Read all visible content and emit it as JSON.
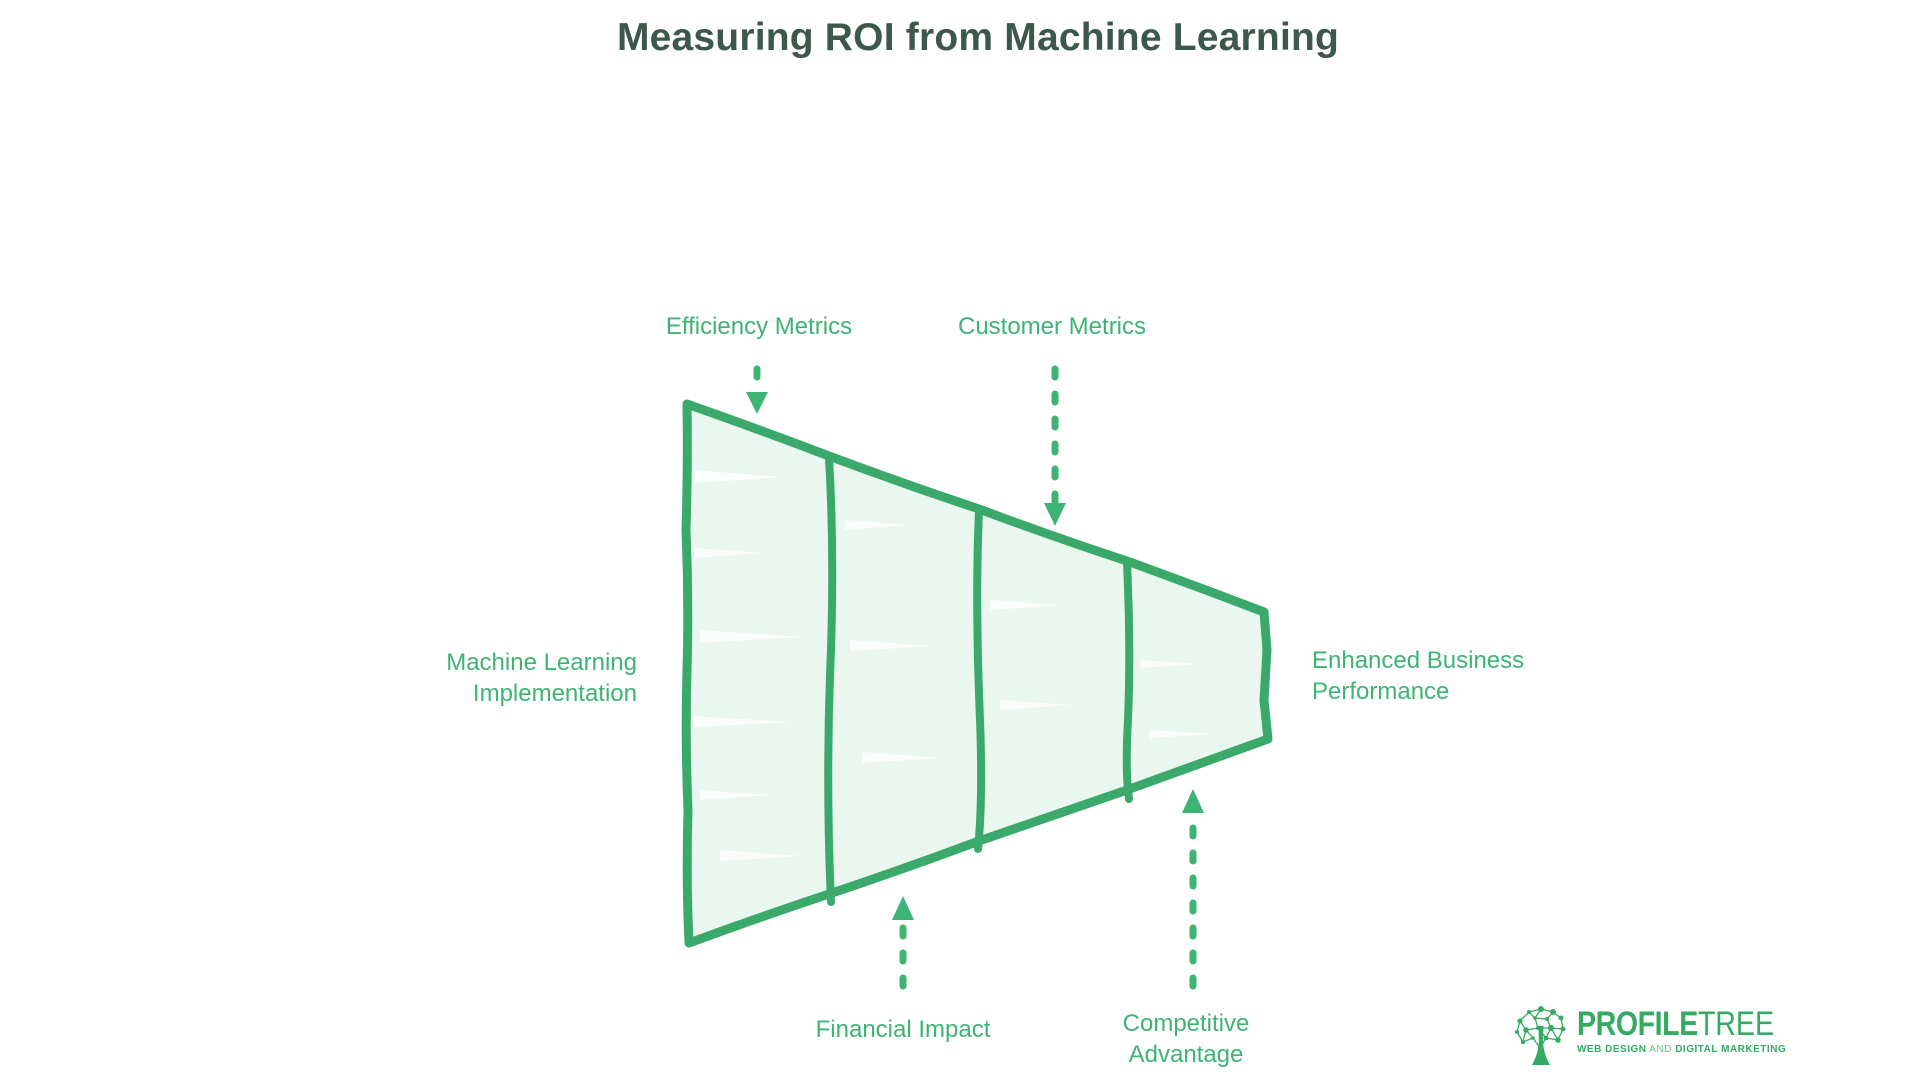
{
  "title": {
    "text": "Measuring ROI from Machine Learning",
    "color": "#3c584a"
  },
  "funnel": {
    "type": "horizontal-funnel",
    "segments": 4,
    "colors": {
      "stroke": "#3ba96b",
      "fill": "#e9f7ef",
      "annotation_green": "#3eb474"
    },
    "input_label": {
      "line1": "Machine Learning",
      "line2": "Implementation"
    },
    "output_label": {
      "line1": "Enhanced Business",
      "line2": "Performance"
    },
    "top_annotations": [
      {
        "label": "Efficiency Metrics",
        "arrow": "dashed-down"
      },
      {
        "label": "Customer Metrics",
        "arrow": "dashed-down"
      }
    ],
    "bottom_annotations": [
      {
        "line1": "Financial Impact",
        "line2": "",
        "arrow": "dashed-up"
      },
      {
        "line1": "Competitive",
        "line2": "Advantage",
        "arrow": "dashed-up"
      }
    ]
  },
  "logo": {
    "brand_bold": "PROFILE",
    "brand_light": "TREE",
    "tagline_bold1": "WEB DESIGN",
    "tagline_light": " AND ",
    "tagline_bold2": "DIGITAL MARKETING",
    "color": "#35aa63",
    "icon": "network-tree-icon"
  }
}
